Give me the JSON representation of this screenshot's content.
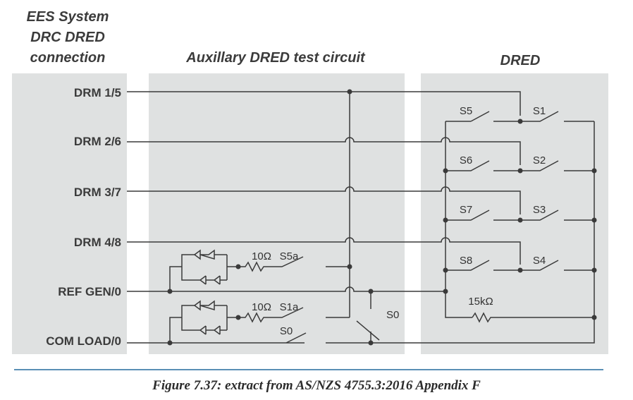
{
  "headers": {
    "ees_line1": "EES System",
    "ees_line2": "DRC DRED",
    "ees_line3": "connection",
    "aux": "Auxillary DRED test circuit",
    "dred": "DRED"
  },
  "terminals": [
    "DRM 1/5",
    "DRM 2/6",
    "DRM 3/7",
    "DRM 4/8",
    "REF GEN/0",
    "COM LOAD/0"
  ],
  "switches": {
    "s1": "S1",
    "s2": "S2",
    "s3": "S3",
    "s4": "S4",
    "s5": "S5",
    "s6": "S6",
    "s7": "S7",
    "s8": "S8",
    "s5a": "S5a",
    "s1a": "S1a",
    "s0_aux": "S0",
    "s0": "S0"
  },
  "resistors": {
    "r1": "10Ω",
    "r2": "10Ω",
    "r15k": "15kΩ"
  },
  "caption": "Figure 7.37: extract from AS/NZS 4755.3:2016 Appendix F",
  "colors": {
    "panel": "#dfe1e1",
    "wire": "#3a3a3a",
    "rule": "#5a8fb5",
    "text": "#3b3b3b"
  }
}
